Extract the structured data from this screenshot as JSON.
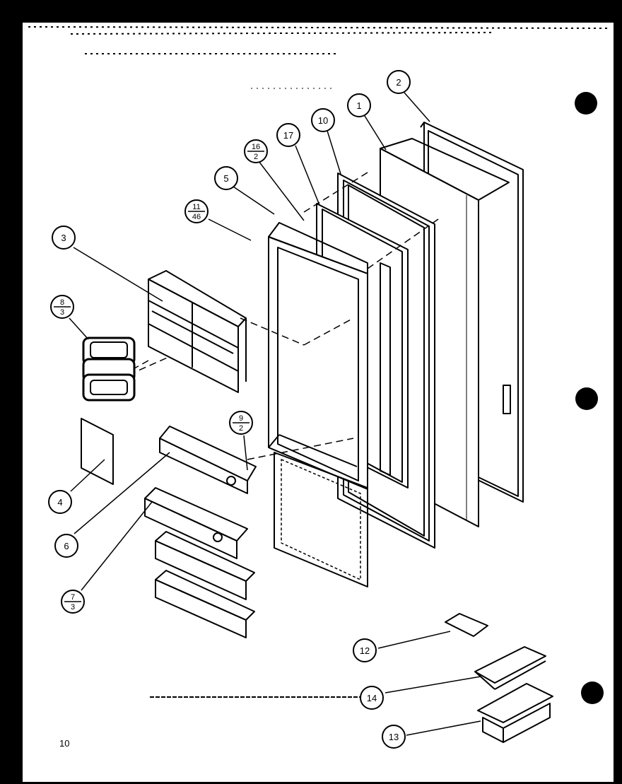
{
  "diagram": {
    "page_number": "10",
    "callouts": [
      {
        "id": "c-2",
        "label": "2"
      },
      {
        "id": "c-1",
        "label": "1"
      },
      {
        "id": "c-10",
        "label": "10"
      },
      {
        "id": "c-17",
        "label": "17"
      },
      {
        "id": "c-16-2",
        "top": "16",
        "bottom": "2"
      },
      {
        "id": "c-5",
        "label": "5"
      },
      {
        "id": "c-11-46",
        "top": "11",
        "bottom": "46"
      },
      {
        "id": "c-3",
        "label": "3"
      },
      {
        "id": "c-8-3",
        "top": "8",
        "bottom": "3"
      },
      {
        "id": "c-9-2",
        "top": "9",
        "bottom": "2"
      },
      {
        "id": "c-4",
        "label": "4"
      },
      {
        "id": "c-6",
        "label": "6"
      },
      {
        "id": "c-7-3",
        "top": "7",
        "bottom": "3"
      },
      {
        "id": "c-12",
        "label": "12"
      },
      {
        "id": "c-14",
        "label": "14"
      },
      {
        "id": "c-13",
        "label": "13"
      }
    ]
  }
}
